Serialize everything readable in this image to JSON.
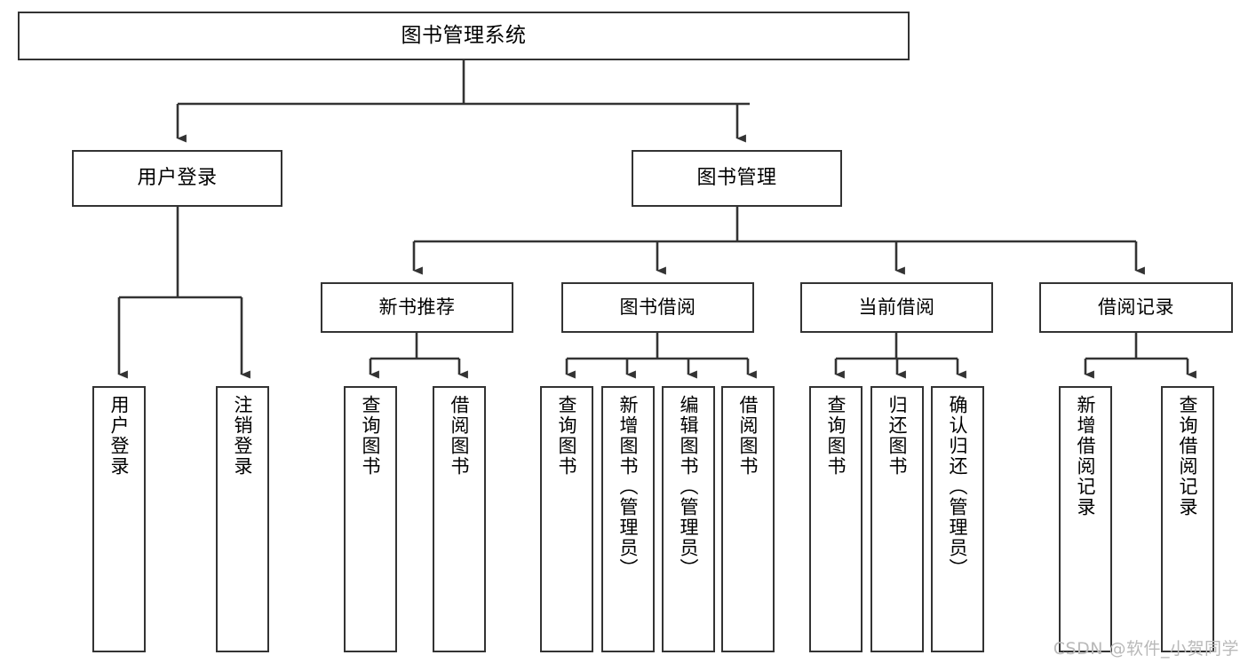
{
  "diagram": {
    "title": "图书管理系统",
    "watermark": "CSDN @软件_小贺同学",
    "colors": {
      "stroke": "#333333",
      "fill": "#ffffff",
      "text": "#000000",
      "watermark": "#b9b9b9"
    },
    "root": {
      "label": "图书管理系统"
    },
    "level2": [
      {
        "label": "用户登录"
      },
      {
        "label": "图书管理"
      }
    ],
    "level3": [
      {
        "label": "新书推荐"
      },
      {
        "label": "图书借阅"
      },
      {
        "label": "当前借阅"
      },
      {
        "label": "借阅记录"
      }
    ],
    "leaves": {
      "user_login": [
        {
          "label": "用户登录"
        },
        {
          "label": "注销登录"
        }
      ],
      "new_book": [
        {
          "label": "查询图书"
        },
        {
          "label": "借阅图书"
        }
      ],
      "book_borrow": [
        {
          "label": "查询图书"
        },
        {
          "label": "新增图书（管理员）"
        },
        {
          "label": "编辑图书（管理员）"
        },
        {
          "label": "借阅图书"
        }
      ],
      "current_borrow": [
        {
          "label": "查询图书"
        },
        {
          "label": "归还图书"
        },
        {
          "label": "确认归还（管理员）"
        }
      ],
      "borrow_record": [
        {
          "label": "新增借阅记录"
        },
        {
          "label": "查询借阅记录"
        }
      ]
    }
  }
}
